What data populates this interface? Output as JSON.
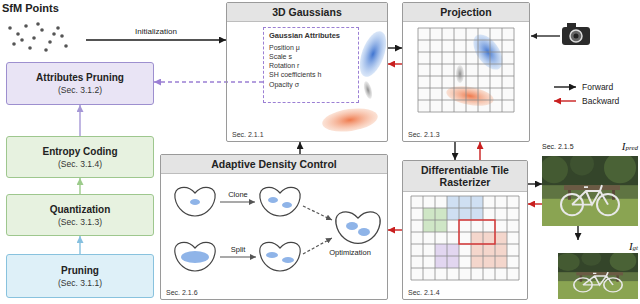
{
  "diagram": {
    "nodes": [
      {
        "text": [
          "SfM Points"
        ]
      },
      {
        "text": [
          "3D Gaussians",
          "Sec. 2.1.1"
        ]
      },
      {
        "text": [
          "Gaussian Attributes",
          "Position μ",
          "Scale s",
          "Rotation r",
          "SH coefficients h",
          "Opacity σ"
        ],
        "in": 1
      },
      {
        "text": [
          "Projection",
          "Sec. 2.1.3"
        ]
      },
      {
        "text": [
          "Attributes Pruning",
          "(Sec. 3.1.2)"
        ]
      },
      {
        "text": [
          "Entropy Coding",
          "(Sec. 3.1.4)"
        ]
      },
      {
        "text": [
          "Quantization",
          "(Sec. 3.1.3)"
        ]
      },
      {
        "text": [
          "Pruning",
          "(Sec. 3.1.1)"
        ]
      },
      {
        "text": [
          "Adaptive Density Control",
          "Sec. 2.1.6"
        ]
      },
      {
        "text": [
          "Differentiable Tile Rasterizer",
          "Sec. 2.1.4"
        ]
      },
      {
        "text": [
          "Sec. 2.1.5",
          "Ipred"
        ]
      },
      {
        "text": [
          "Igt"
        ]
      }
    ],
    "edges": [
      {
        "from": 0,
        "to": 1,
        "arrow": "to",
        "label": "Initialization"
      },
      {
        "from": 1,
        "to": 3,
        "arrow": "to"
      },
      {
        "from": 3,
        "to": 1,
        "arrow": "to"
      },
      {
        "from": 3,
        "to": 9,
        "arrow": "to"
      },
      {
        "from": 9,
        "to": 3,
        "arrow": "to"
      },
      {
        "from": 9,
        "to": 10,
        "arrow": "to"
      },
      {
        "from": 10,
        "to": 9,
        "arrow": "to"
      },
      {
        "from": 9,
        "to": 8,
        "arrow": "to"
      },
      {
        "from": 8,
        "to": 1,
        "arrow": "to"
      },
      {
        "from": 10,
        "to": 11,
        "arrow": "to"
      },
      {
        "from": 7,
        "to": 6,
        "arrow": "to"
      },
      {
        "from": 6,
        "to": 5,
        "arrow": "to"
      },
      {
        "from": 5,
        "to": 4,
        "arrow": "to"
      },
      {
        "from": 2,
        "to": 4,
        "arrow": "to"
      }
    ],
    "labels": [
      "Clone",
      "Split",
      "Optimization"
    ],
    "legend": [
      {
        "text": "Forward"
      },
      {
        "text": "Backward"
      }
    ]
  }
}
